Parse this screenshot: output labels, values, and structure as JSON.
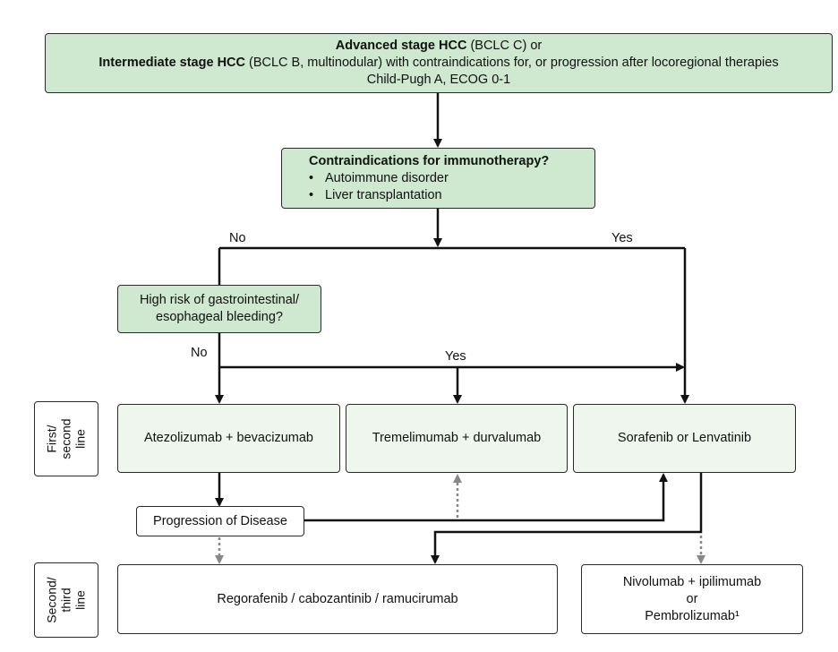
{
  "top_box": {
    "line1_bold": "Advanced stage HCC",
    "line1_rest": " (BCLC C) or",
    "line2_bold": "Intermediate stage HCC",
    "line2_rest": " (BCLC B, multinodular) with contraindications for, or progression after locoregional therapies",
    "line3": "Child-Pugh A, ECOG 0-1"
  },
  "contra_box": {
    "title": "Contraindications for immunotherapy?",
    "items": [
      "Autoimmune disorder",
      "Liver transplantation"
    ]
  },
  "branch_labels": {
    "no_top": "No",
    "yes_top": "Yes",
    "no_bleed": "No",
    "yes_bleed": "Yes"
  },
  "bleeding_box": {
    "line1": "High risk of gastrointestinal/",
    "line2": "esophageal bleeding?"
  },
  "side_labels": {
    "first": [
      "First/",
      "second",
      "line"
    ],
    "second": [
      "Second/",
      "third",
      "line"
    ]
  },
  "first_line": {
    "atezo": "Atezolizumab + bevacizumab",
    "treme": "Tremelimumab + durvalumab",
    "sora": "Sorafenib or Lenvatinib"
  },
  "progression": "Progression of Disease",
  "second_line": {
    "rego": "Regorafenib / cabozantinib / ramucirumab",
    "nivo_line1": "Nivolumab + ipilimumab",
    "nivo_or": "or",
    "nivo_line3": "Pembrolizumab¹"
  },
  "colors": {
    "box_green": "#cfe8d0",
    "box_pale": "#eef6ee",
    "line": "#111111",
    "dotted": "#888888"
  }
}
